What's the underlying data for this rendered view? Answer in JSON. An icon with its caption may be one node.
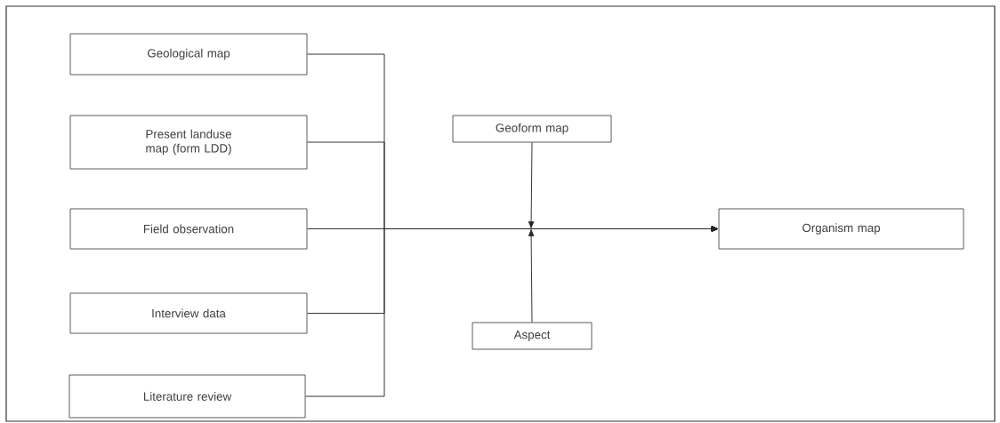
{
  "diagram": {
    "nodes": [
      {
        "text": [
          "Geological map"
        ]
      },
      {
        "text": [
          "Present landuse map (form LDD)"
        ]
      },
      {
        "text": [
          "Field observation"
        ]
      },
      {
        "text": [
          "Interview data"
        ]
      },
      {
        "text": [
          "Literature review"
        ]
      },
      {
        "text": [
          "Geoform map"
        ]
      },
      {
        "text": [
          "Organism map"
        ]
      },
      {
        "text": [
          "Aspect"
        ]
      }
    ],
    "edges": [
      {
        "from": 0,
        "to": 6,
        "arrow": "to"
      },
      {
        "from": 1,
        "to": 6,
        "arrow": "to"
      },
      {
        "from": 2,
        "to": 6,
        "arrow": "to"
      },
      {
        "from": 3,
        "to": 6,
        "arrow": "to"
      },
      {
        "from": 4,
        "to": 6,
        "arrow": "to"
      },
      {
        "from": 5,
        "to": 6,
        "arrow": "to"
      },
      {
        "from": 7,
        "to": 6,
        "arrow": "to"
      }
    ]
  }
}
